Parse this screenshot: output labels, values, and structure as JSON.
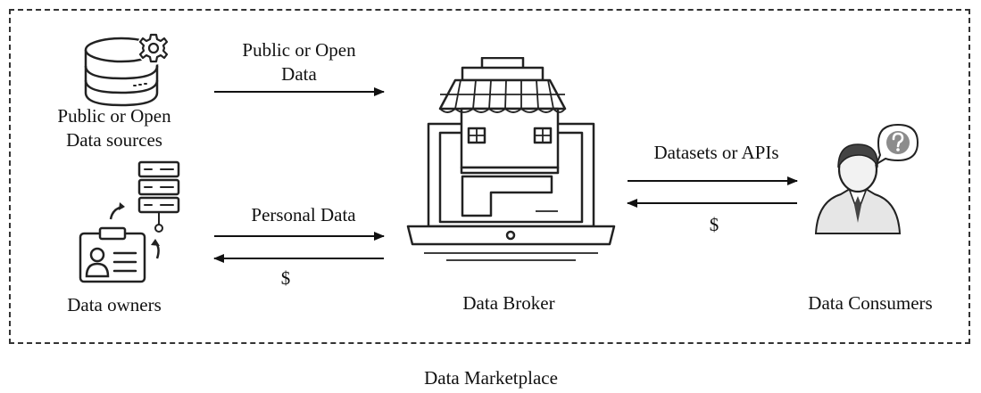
{
  "diagram": {
    "container_label": "Data Marketplace",
    "nodes": {
      "open_data_sources": {
        "label_line1": "Public or Open",
        "label_line2": "Data sources"
      },
      "data_owners": {
        "label": "Data owners"
      },
      "data_broker": {
        "label": "Data Broker"
      },
      "data_consumers": {
        "label": "Data Consumers"
      }
    },
    "flows": {
      "open_data": {
        "label_line1": "Public or Open",
        "label_line2": "Data"
      },
      "personal_data": {
        "label": "Personal Data"
      },
      "payment_to_owners": {
        "label": "$"
      },
      "datasets_apis": {
        "label": "Datasets or APIs"
      },
      "payment_from_consumers": {
        "label": "$"
      }
    },
    "icons": {
      "open_data_sources": "database-gear-icon",
      "data_owners": "id-badge-server-icon",
      "data_broker": "storefront-laptop-icon",
      "data_consumers": "person-question-icon"
    }
  }
}
